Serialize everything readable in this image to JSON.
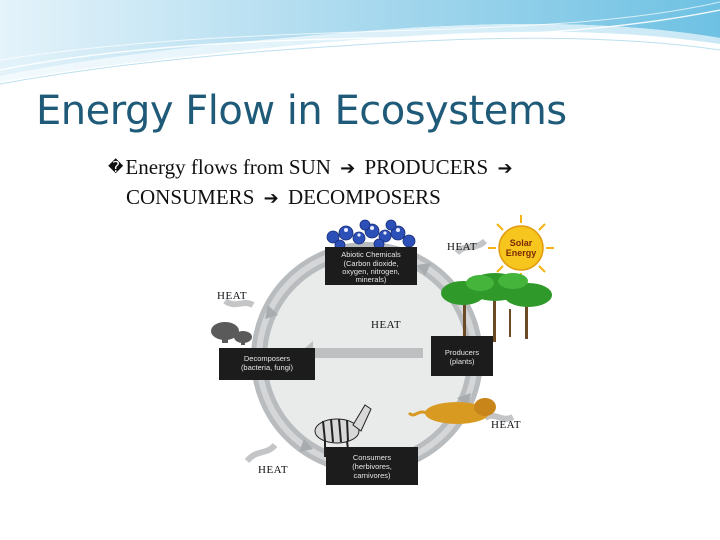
{
  "slide": {
    "title": "Energy Flow in Ecosystems",
    "bullet_glyph": "�",
    "bullet_line1": "Energy flows from SUN",
    "bullet_word2": "PRODUCERS",
    "bullet_word3": "CONSUMERS",
    "bullet_word4": "DECOMPOSERS",
    "arrow_glyph": "➔"
  },
  "diagram": {
    "abiotic_label": [
      "Abiotic Chemicals",
      "(Carbon dioxide,",
      "oxygen, nitrogen,",
      "minerals)"
    ],
    "producers_label": [
      "Producers",
      "(plants)"
    ],
    "consumers_label": [
      "Consumers",
      "(herbivores,",
      "carnivores)"
    ],
    "decomposers_label": [
      "Decomposers",
      "(bacteria, fungi)"
    ],
    "solar_label": [
      "Solar",
      "Energy"
    ],
    "heat_top_right": "HEAT",
    "heat_left": "HEAT",
    "heat_center": "HEAT",
    "heat_right": "HEAT",
    "heat_bottom_left": "HEAT"
  },
  "colors": {
    "title": "#1f5a78",
    "label_box": "#1c1c1c",
    "cycle_ring": "#b9bcbf",
    "sun": "#f2b313"
  }
}
